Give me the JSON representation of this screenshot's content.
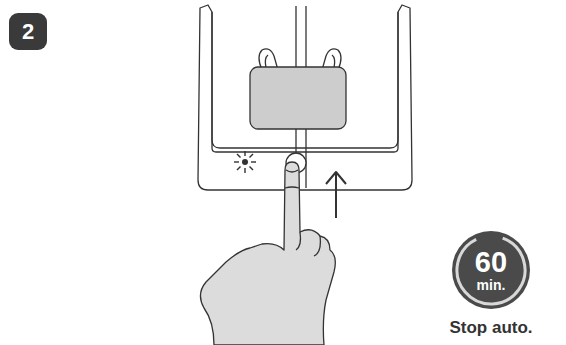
{
  "diagram": {
    "nodes": [
      {
        "text": [
          "2"
        ]
      },
      {
        "text": [
          "60",
          "min."
        ]
      }
    ],
    "labels": [
      "Stop auto."
    ]
  }
}
